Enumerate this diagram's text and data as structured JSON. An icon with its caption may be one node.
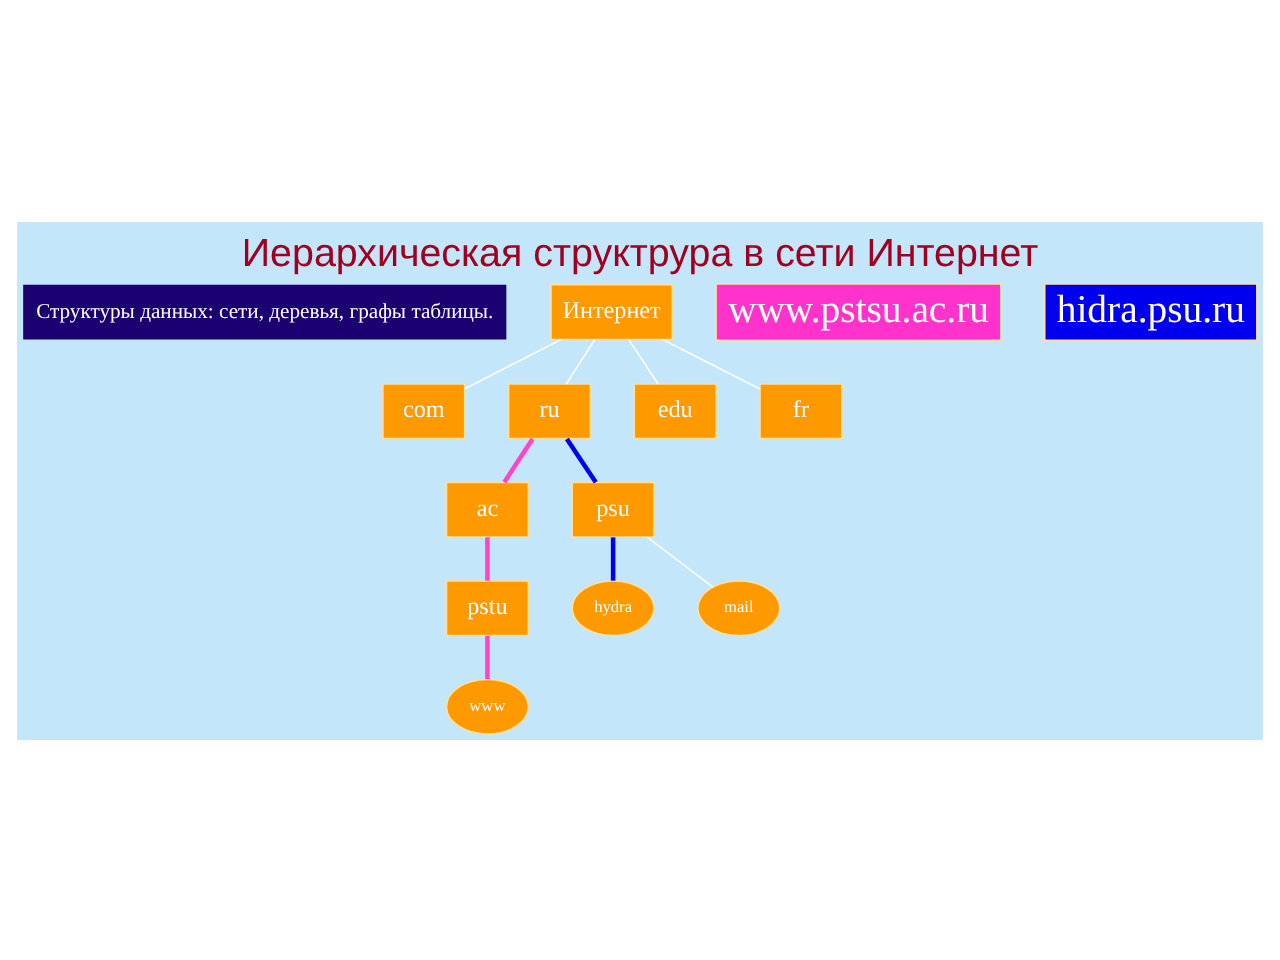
{
  "diagram": {
    "title": "Иерархическая структрура в сети Интернет",
    "nodes": [
      {
        "text": [
          "Интернет"
        ]
      },
      {
        "text": [
          "com"
        ]
      },
      {
        "text": [
          "ru"
        ]
      },
      {
        "text": [
          "edu"
        ]
      },
      {
        "text": [
          "fr"
        ]
      },
      {
        "text": [
          "ac"
        ]
      },
      {
        "text": [
          "psu"
        ]
      },
      {
        "text": [
          "pstu"
        ]
      },
      {
        "text": [
          "hydra"
        ]
      },
      {
        "text": [
          "mail"
        ]
      },
      {
        "text": [
          "www"
        ]
      },
      {
        "text": [
          "www.pstsu.ac.ru"
        ]
      },
      {
        "text": [
          "hidra.psu.ru"
        ]
      }
    ],
    "edges": [
      {
        "from": 0,
        "to": 1,
        "arrow": "none"
      },
      {
        "from": 0,
        "to": 2,
        "arrow": "none"
      },
      {
        "from": 0,
        "to": 3,
        "arrow": "none"
      },
      {
        "from": 0,
        "to": 4,
        "arrow": "none"
      },
      {
        "from": 2,
        "to": 5,
        "arrow": "none",
        "style": "thick",
        "color": "#ff44cc"
      },
      {
        "from": 2,
        "to": 6,
        "arrow": "none",
        "style": "thick",
        "color": "#0000ee"
      },
      {
        "from": 5,
        "to": 7,
        "arrow": "none",
        "style": "thick",
        "color": "#ff44cc"
      },
      {
        "from": 7,
        "to": 10,
        "arrow": "none",
        "style": "thick",
        "color": "#ff44cc"
      },
      {
        "from": 6,
        "to": 8,
        "arrow": "none",
        "style": "thick",
        "color": "#0000ee"
      },
      {
        "from": 6,
        "to": 9,
        "arrow": "none"
      }
    ],
    "labels": [
      "Структуры данных: сети, деревья, графы таблицы."
    ]
  }
}
